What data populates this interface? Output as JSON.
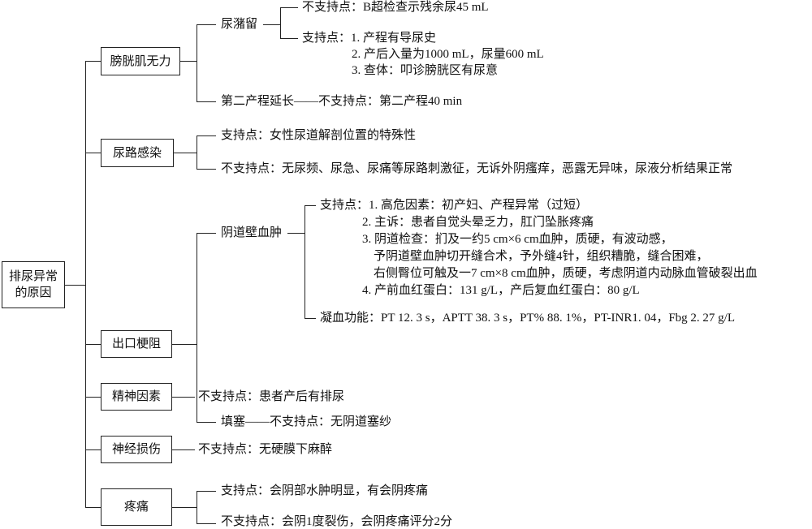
{
  "root": {
    "line1": "排尿异常",
    "line2": "的原因"
  },
  "branches": {
    "bladder": {
      "label": "膀胱肌无力",
      "retention": {
        "label": "尿潴留",
        "against": "不支持点：B超检查示残余尿45 mL",
        "support": [
          "支持点：1. 产程有导尿史",
          "2. 产后入量为1000 mL，尿量600 mL",
          "3. 查体：叩诊膀胱区有尿意"
        ]
      },
      "second_stage": "第二产程延长——不支持点：第二产程40 min"
    },
    "uti": {
      "label": "尿路感染",
      "support": "支持点：女性尿道解剖位置的特殊性",
      "against": "不支持点：无尿频、尿急、尿痛等尿路刺激征，无诉外阴瘙痒，恶露无异味，尿液分析结果正常"
    },
    "outlet": {
      "label": "出口梗阻",
      "hematoma": {
        "label": "阴道壁血肿",
        "support": [
          "支持点：1. 高危因素：初产妇、产程异常（过短）",
          "2. 主诉：患者自觉头晕乏力，肛门坠胀疼痛",
          "3. 阴道检查：扪及一约5 cm×6 cm血肿，质硬，有波动感，",
          "予阴道壁血肿切开缝合术，予外缝4针，组织糟脆，缝合困难，",
          "右侧臀位可触及一7 cm×8 cm血肿，质硬，考虑阴道内动脉血管破裂出血",
          "4. 产前血红蛋白：131 g/L，产后复血红蛋白：80 g/L"
        ],
        "coag": "凝血功能：PT 12. 3 s，APTT 38. 3 s，PT% 88. 1%，PT-INR1. 04，Fbg 2. 27 g/L"
      },
      "packing": "填塞——不支持点：无阴道塞纱"
    },
    "mental": {
      "label": "精神因素",
      "against": "不支持点：患者产后有排尿"
    },
    "nerve": {
      "label": "神经损伤",
      "against": "不支持点：无硬膜下麻醉"
    },
    "pain": {
      "label": "疼痛",
      "support": "支持点：会阴部水肿明显，有会阴疼痛",
      "against": "不支持点：会阴1度裂伤，会阴疼痛评分2分"
    }
  }
}
